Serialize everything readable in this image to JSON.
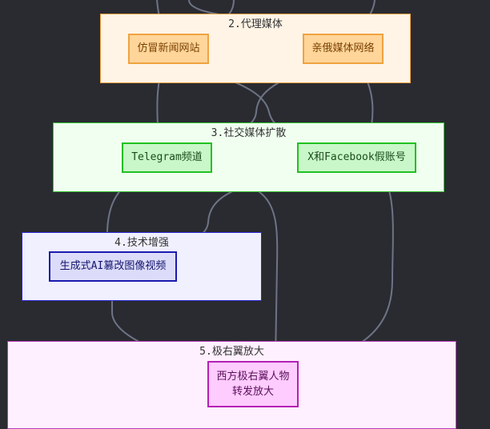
{
  "clusters": {
    "proxy_media": {
      "title": "2.代理媒体"
    },
    "social_expansion": {
      "title": "3.社交媒体扩散"
    },
    "tech_enhancement": {
      "title": "4.技术增强"
    },
    "far_right_amplify": {
      "title": "5.极右翼放大"
    }
  },
  "nodes": {
    "fake_news_sites": {
      "label": "仿冒新闻网站"
    },
    "pro_russia_network": {
      "label": "亲俄媒体网络"
    },
    "telegram_channels": {
      "label": "Telegram频道"
    },
    "x_facebook_fake_accounts": {
      "label": "X和Facebook假账号"
    },
    "genai_tampering": {
      "label": "生成式AI篡改图像视频"
    },
    "western_far_right": {
      "label_line1": "西方极右翼人物",
      "label_line2": "转发放大"
    }
  },
  "colors": {
    "background": "#2a2b31",
    "edge": "#6e7486",
    "proxy_media": "#f0a340",
    "social_expansion": "#22c122",
    "tech_enhancement": "#1a1ab0",
    "far_right_amplify": "#b520b5"
  }
}
